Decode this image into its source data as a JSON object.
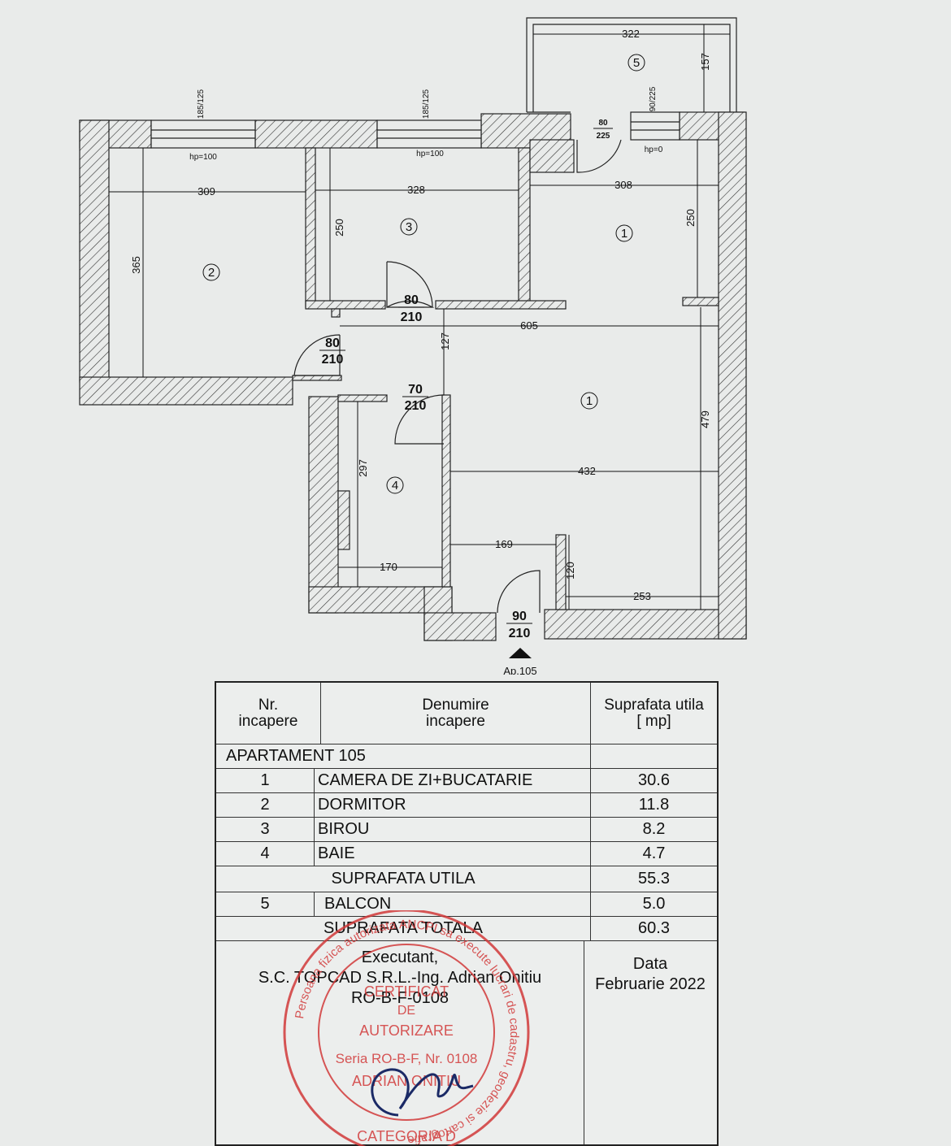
{
  "plan": {
    "dims": {
      "d309": "309",
      "d328": "328",
      "d308": "308",
      "d365": "365",
      "d250a": "250",
      "d250b": "250",
      "d605": "605",
      "d127": "127",
      "d479": "479",
      "d432": "432",
      "d297": "297",
      "d170": "170",
      "d169": "169",
      "d120": "120",
      "d253": "253",
      "d322": "322",
      "d157": "157"
    },
    "window_marks": {
      "w1": "185/125",
      "w2": "185/125",
      "w3": "90/225"
    },
    "hp_labels": {
      "hp1": "hp=100",
      "hp2": "hp=100",
      "hp3": "hp=0"
    },
    "doors": {
      "balcony": {
        "w": "80",
        "h": "225"
      },
      "birou": {
        "w": "80",
        "h": "210"
      },
      "dormitor": {
        "w": "80",
        "h": "210"
      },
      "baie": {
        "w": "70",
        "h": "210"
      },
      "entrance": {
        "w": "90",
        "h": "210"
      }
    },
    "room_numbers": {
      "r1a": "1",
      "r1b": "1",
      "r2": "2",
      "r3": "3",
      "r4": "4",
      "r5": "5"
    },
    "entrance_label": "Ap.105"
  },
  "table": {
    "header": {
      "nr": "Nr.\nincapere",
      "name": "Denumire\nincapere",
      "area": "Suprafata utila\n[ mp]"
    },
    "apartment": "APARTAMENT 105",
    "rooms": [
      {
        "nr": "1",
        "name": "CAMERA DE ZI+BUCATARIE",
        "area": "30.6"
      },
      {
        "nr": "2",
        "name": "DORMITOR",
        "area": "11.8"
      },
      {
        "nr": "3",
        "name": "BIROU",
        "area": "8.2"
      },
      {
        "nr": "4",
        "name": "BAIE",
        "area": "4.7"
      }
    ],
    "useful_label": "SUPRAFATA UTILA",
    "useful_value": "55.3",
    "balcony": {
      "nr": "5",
      "name": "BALCON",
      "area": "5.0"
    },
    "total_label": "SUPRAFATA TOTALA",
    "total_value": "60.3",
    "executant": {
      "line1": "Executant,",
      "line2": "S.C. TOPCAD S.R.L.-Ing. Adrian Onitiu",
      "line3": "RO-B-F-0108"
    },
    "date_label": "Data",
    "date_value": "Februarie 2022"
  },
  "stamp": {
    "ring_text": "Persoana fizica autorizata ANCPI sa execute lucrari de cadastru, geodezie si cartografie",
    "line1": "CERTIFICAT",
    "line2": "DE",
    "line3": "AUTORIZARE",
    "line4": "Seria RO-B-F, Nr. 0108",
    "line5": "ADRIAN ONITIU",
    "bottom": "CATEGORIA D",
    "color": "#d23a3a"
  }
}
